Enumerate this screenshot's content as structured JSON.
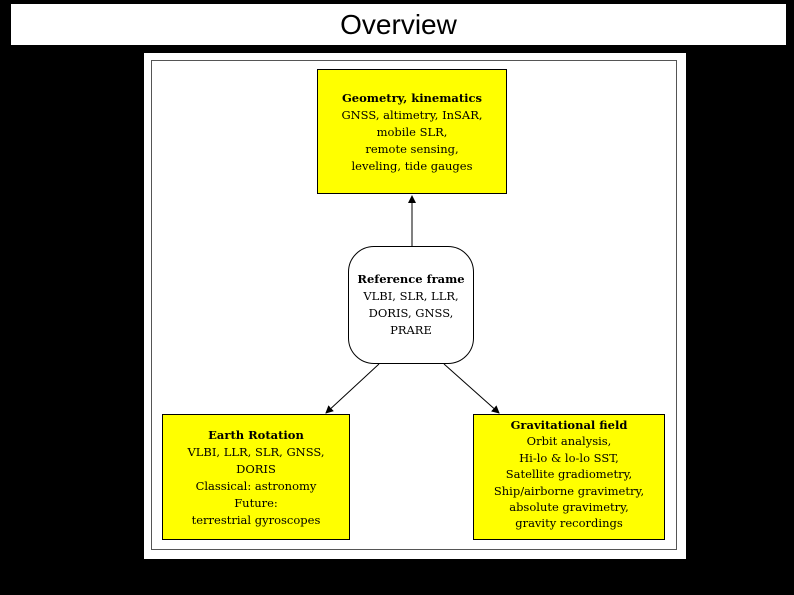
{
  "header": {
    "title": "Overview"
  },
  "diagram": {
    "geometry": {
      "heading": "Geometry, kinematics",
      "lines": [
        "GNSS, altimetry, InSAR,",
        "mobile SLR,",
        "remote sensing,",
        "leveling, tide gauges"
      ]
    },
    "reference": {
      "heading": "Reference frame",
      "lines": [
        "VLBI, SLR, LLR,",
        "DORIS, GNSS,",
        "PRARE"
      ]
    },
    "earth_rotation": {
      "heading": "Earth Rotation",
      "lines": [
        "VLBI, LLR, SLR, GNSS,",
        "DORIS",
        "Classical: astronomy",
        "Future:",
        "terrestrial gyroscopes"
      ]
    },
    "gravity": {
      "heading": "Gravitational field",
      "lines": [
        "Orbit analysis,",
        "Hi-lo & lo-lo SST,",
        "Satellite gradiometry,",
        "Ship/airborne gravimetry,",
        "absolute gravimetry,",
        "gravity recordings"
      ]
    },
    "colors": {
      "box_fill": "#ffff00",
      "background": "#000000"
    }
  }
}
